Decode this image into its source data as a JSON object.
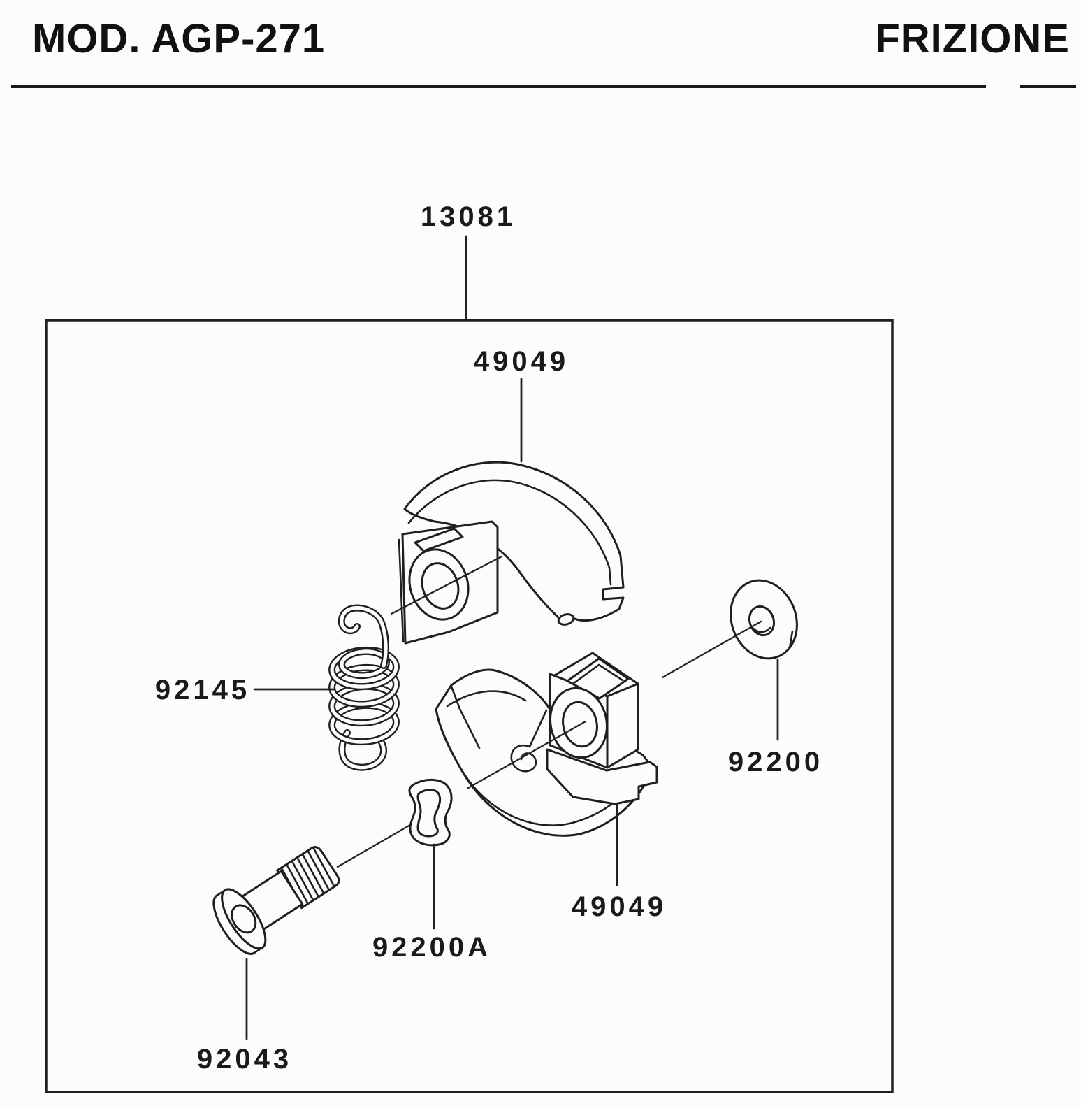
{
  "header": {
    "model": "MOD. AGP-271",
    "section": "FRIZIONE"
  },
  "diagram": {
    "title_part": "13081",
    "parts": [
      {
        "id": "assembly-box",
        "number": "13081"
      },
      {
        "id": "clutch-shoe-top",
        "number": "49049"
      },
      {
        "id": "spring",
        "number": "92145"
      },
      {
        "id": "washer",
        "number": "92200"
      },
      {
        "id": "clutch-shoe-bottom",
        "number": "49049"
      },
      {
        "id": "wave-washer",
        "number": "92200A"
      },
      {
        "id": "shoulder-bolt",
        "number": "92043"
      }
    ],
    "colors": {
      "ink": "#1c1c1c",
      "paper": "#fcfcfc"
    }
  }
}
